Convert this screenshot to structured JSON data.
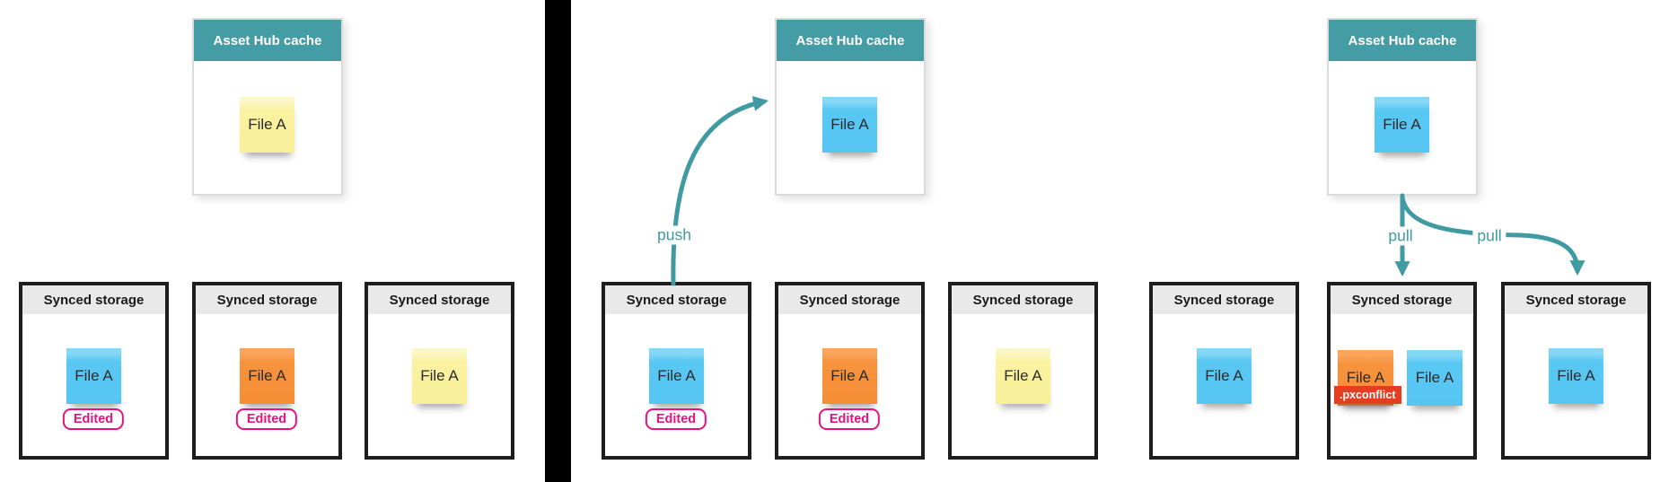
{
  "labels": {
    "cache_title": "Asset Hub cache",
    "storage_title": "Synced storage",
    "file": "File A",
    "edited": "Edited",
    "conflict": ".pxconflict",
    "push": "push",
    "pull": "pull"
  },
  "colors": {
    "teal_header": "#449da4",
    "arrow_teal": "#3f9ba1",
    "note_blue": "#59c8f3",
    "note_yellow": "#faf2a1",
    "note_orange": "#f7933e",
    "conflict_red": "#e53d20",
    "edited_pink": "#e9127c",
    "storage_header_gray": "#e9e9e9",
    "box_border_black": "#1d1d1d",
    "divider_black": "#000000"
  },
  "panels": [
    {
      "id": "local-edits",
      "cache": {
        "title": "Asset Hub cache",
        "notes": [
          {
            "text": "File A",
            "color": "yellow"
          }
        ]
      },
      "storages": [
        {
          "title": "Synced storage",
          "notes": [
            {
              "text": "File A",
              "color": "blue"
            }
          ],
          "badges": [
            "Edited"
          ]
        },
        {
          "title": "Synced storage",
          "notes": [
            {
              "text": "File A",
              "color": "orange"
            }
          ],
          "badges": [
            "Edited"
          ]
        },
        {
          "title": "Synced storage",
          "notes": [
            {
              "text": "File A",
              "color": "yellow"
            }
          ],
          "badges": []
        }
      ],
      "arrows": []
    },
    {
      "id": "push",
      "cache": {
        "title": "Asset Hub cache",
        "notes": [
          {
            "text": "File A",
            "color": "blue"
          }
        ]
      },
      "storages": [
        {
          "title": "Synced storage",
          "notes": [
            {
              "text": "File A",
              "color": "blue"
            }
          ],
          "badges": [
            "Edited"
          ]
        },
        {
          "title": "Synced storage",
          "notes": [
            {
              "text": "File A",
              "color": "orange"
            }
          ],
          "badges": [
            "Edited"
          ]
        },
        {
          "title": "Synced storage",
          "notes": [
            {
              "text": "File A",
              "color": "yellow"
            }
          ],
          "badges": []
        }
      ],
      "arrows": [
        {
          "label": "push",
          "from": "storage-1",
          "to": "cache"
        }
      ]
    },
    {
      "id": "pull",
      "cache": {
        "title": "Asset Hub cache",
        "notes": [
          {
            "text": "File A",
            "color": "blue"
          }
        ]
      },
      "storages": [
        {
          "title": "Synced storage",
          "notes": [
            {
              "text": "File A",
              "color": "blue"
            }
          ],
          "badges": []
        },
        {
          "title": "Synced storage",
          "notes": [
            {
              "text": "File A",
              "color": "orange",
              "badge": ".pxconflict"
            },
            {
              "text": "File A",
              "color": "blue"
            }
          ],
          "badges": []
        },
        {
          "title": "Synced storage",
          "notes": [
            {
              "text": "File A",
              "color": "blue"
            }
          ],
          "badges": []
        }
      ],
      "arrows": [
        {
          "label": "pull",
          "from": "cache",
          "to": "storage-2"
        },
        {
          "label": "pull",
          "from": "cache",
          "to": "storage-3"
        }
      ]
    }
  ]
}
